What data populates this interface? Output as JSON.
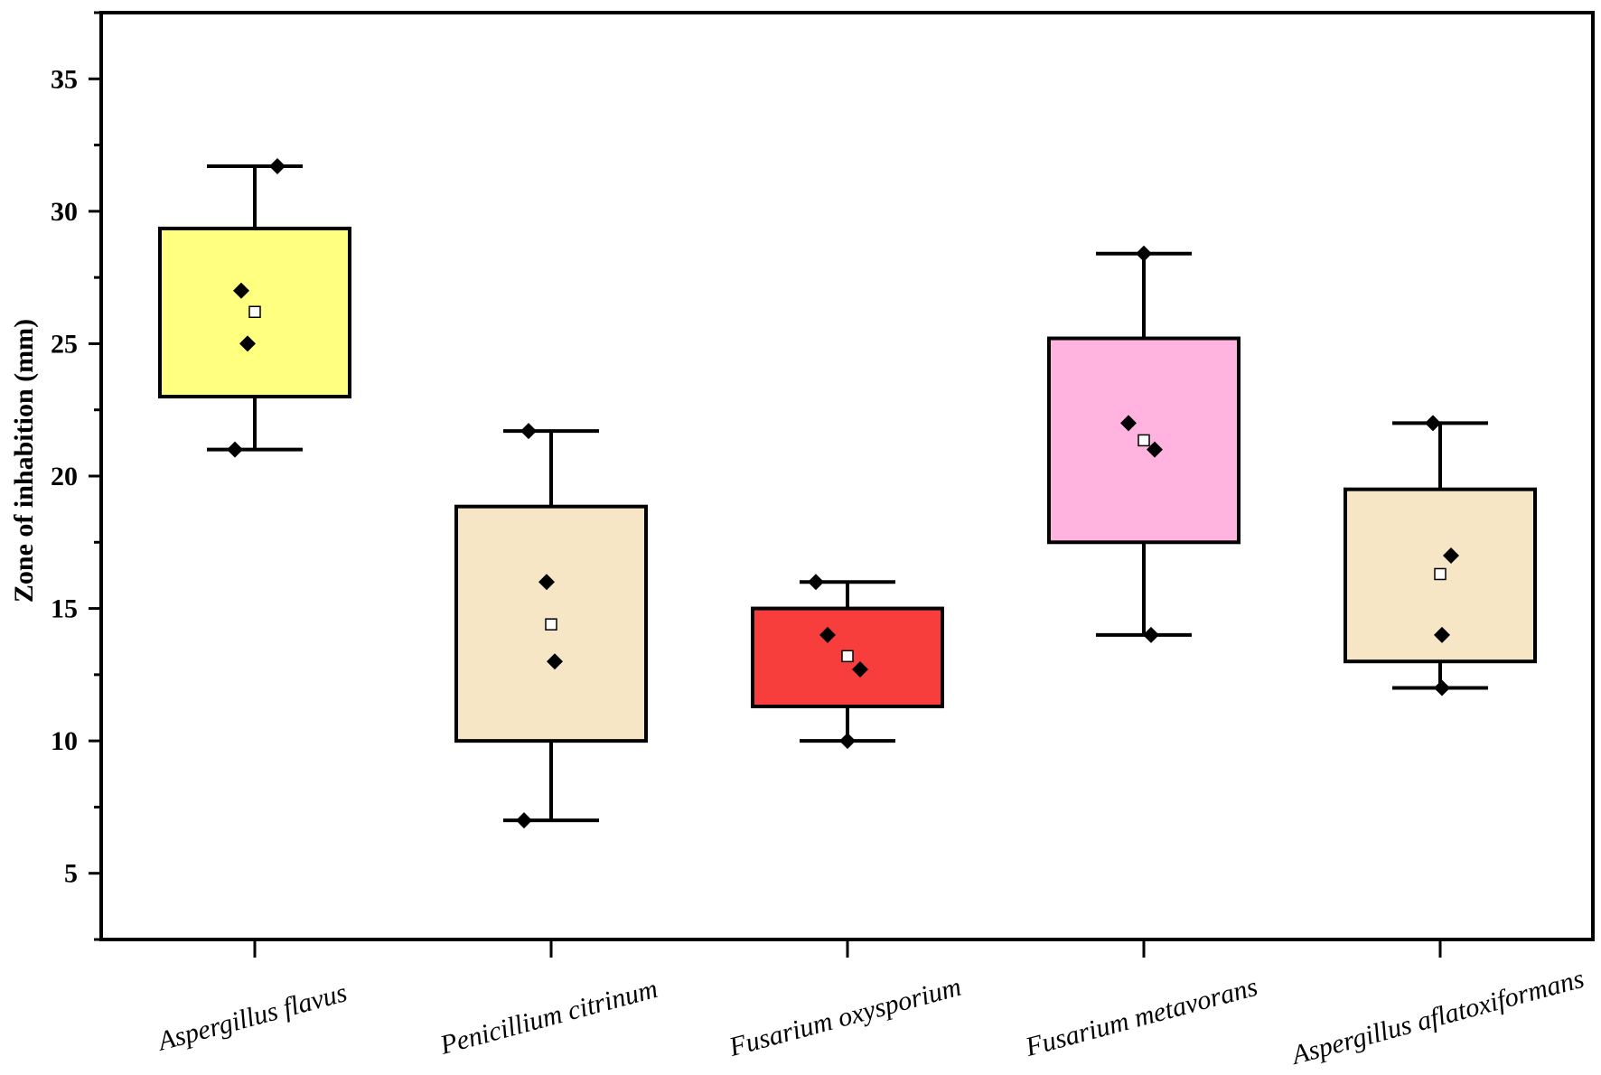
{
  "chart_data": {
    "type": "box",
    "title": "",
    "xlabel": "",
    "ylabel": "Zone of inhabition (mm)",
    "ylim": [
      2.5,
      37.5
    ],
    "yticks": [
      5,
      10,
      15,
      20,
      25,
      30,
      35
    ],
    "grid": false,
    "legend": "none",
    "categories": [
      "Aspergillus flavus",
      "Penicillium citrinum",
      "Fusarium oxysporium",
      "Fusarium metavorans",
      "Aspergillus  aflatoxiformans"
    ],
    "boxes": [
      {
        "whisker_low": 21,
        "q1": 23,
        "q3": 29.35,
        "whisker_high": 31.7,
        "mean": 26.2,
        "points": [
          31.7,
          27,
          25,
          21
        ],
        "color": "#FFFF80"
      },
      {
        "whisker_low": 7,
        "q1": 10,
        "q3": 18.85,
        "whisker_high": 21.7,
        "mean": 14.4,
        "points": [
          21.7,
          16,
          13,
          7
        ],
        "color": "#F7E6C6"
      },
      {
        "whisker_low": 10,
        "q1": 11.3,
        "q3": 15,
        "whisker_high": 16,
        "mean": 13.2,
        "points": [
          16,
          14,
          12.7,
          10
        ],
        "color": "#F83D3D"
      },
      {
        "whisker_low": 14,
        "q1": 17.5,
        "q3": 25.2,
        "whisker_high": 28.4,
        "mean": 21.35,
        "points": [
          28.4,
          22,
          21,
          14
        ],
        "color": "#FFB3DE"
      },
      {
        "whisker_low": 12,
        "q1": 13,
        "q3": 19.5,
        "whisker_high": 22,
        "mean": 16.3,
        "points": [
          22,
          17,
          14,
          12
        ],
        "color": "#F7E6C6"
      }
    ]
  }
}
